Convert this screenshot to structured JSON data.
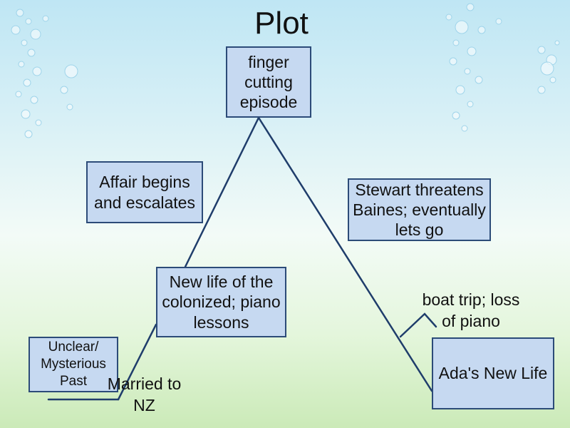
{
  "title": "Plot",
  "nodes": {
    "climax": "finger cutting episode",
    "rising_2": "Affair begins and escalates",
    "falling_1": "Stewart threatens Baines; eventually lets go",
    "rising_1": "New life of the colonized; piano lessons",
    "exposition": "Unclear/ Mysterious Past",
    "resolution": "Ada's New Life"
  },
  "labels": {
    "inciting": "Married to NZ",
    "falling_2": "boat trip; loss of piano"
  },
  "colors": {
    "box_fill": "#c6d9f1",
    "box_border": "#2c4b78",
    "line": "#1f3d6b"
  }
}
